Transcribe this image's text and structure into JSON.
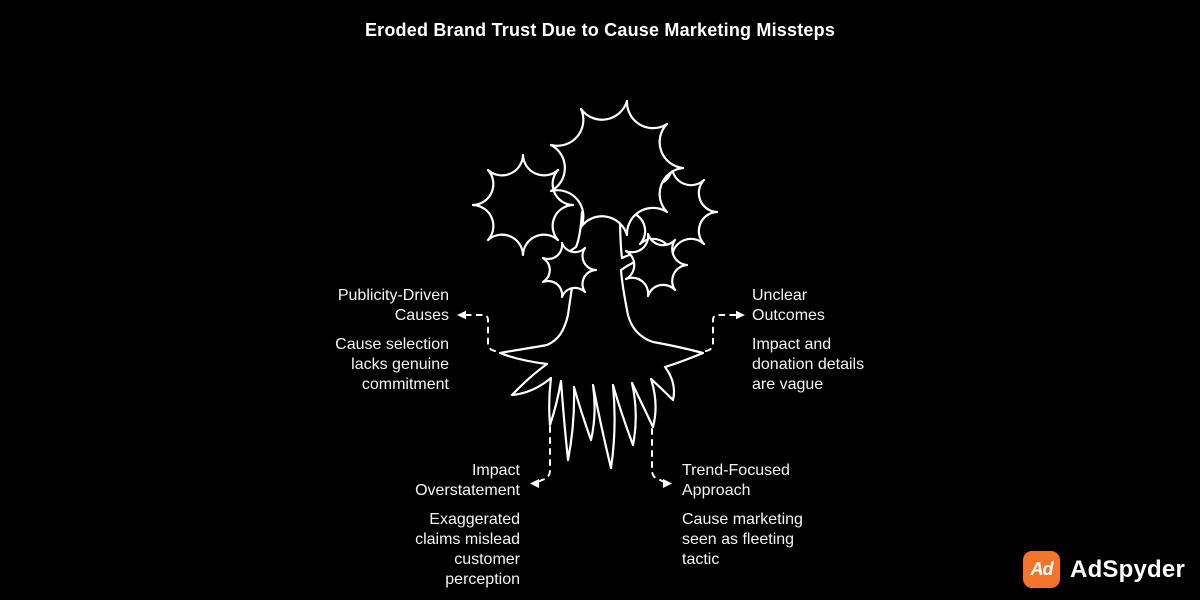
{
  "title": "Eroded Brand Trust Due to Cause Marketing Missteps",
  "colors": {
    "background": "#000000",
    "line_art": "#ffffff",
    "text": "#f5f5f5",
    "logo_orange": "#F3752B"
  },
  "illustration": {
    "name": "tree-with-roots",
    "style": "white outline sketch on black"
  },
  "nodes": {
    "top_left": {
      "heading": "Publicity-Driven Causes",
      "body": "Cause selection lacks genuine commitment"
    },
    "top_right": {
      "heading": "Unclear Outcomes",
      "body": "Impact and donation details are vague"
    },
    "bottom_left": {
      "heading": "Impact Overstatement",
      "body": "Exaggerated claims mislead customer perception"
    },
    "bottom_right": {
      "heading": "Trend-Focused Approach",
      "body": "Cause marketing seen as fleeting tactic"
    }
  },
  "logo": {
    "icon_text": "Ad",
    "text": "AdSpyder"
  }
}
